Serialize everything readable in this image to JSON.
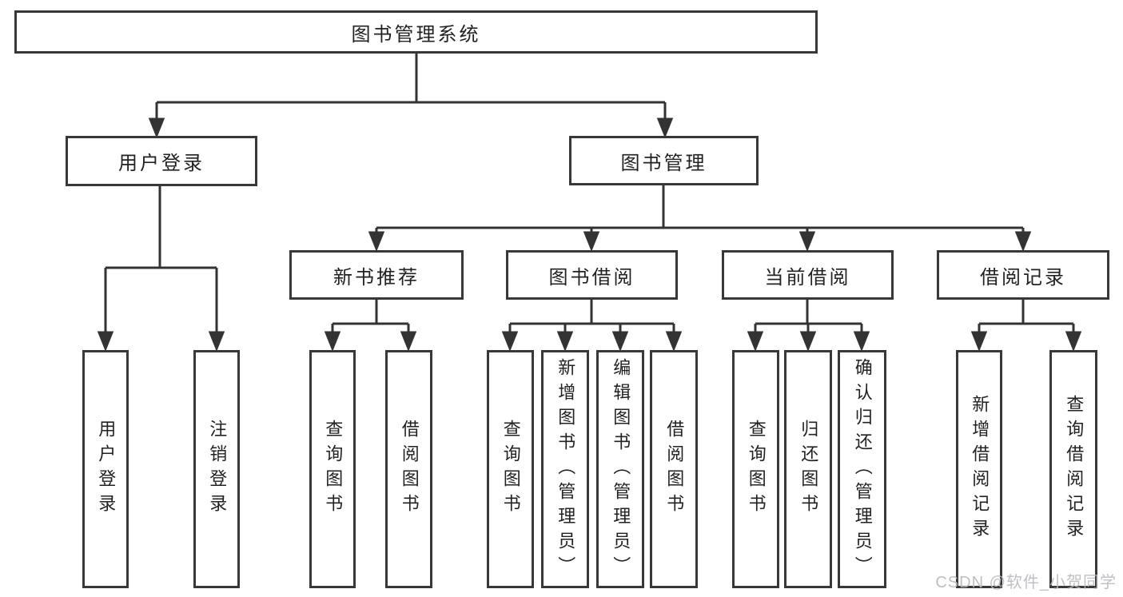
{
  "tree": {
    "root": {
      "label": "图书管理系统"
    },
    "branches": [
      {
        "label": "用户登录",
        "leaves": [
          "用户登录",
          "注销登录"
        ]
      },
      {
        "label": "图书管理",
        "sections": [
          {
            "label": "新书推荐",
            "leaves": [
              "查询图书",
              "借阅图书"
            ]
          },
          {
            "label": "图书借阅",
            "leaves": [
              "查询图书",
              "新增图书（管理员）",
              "编辑图书（管理员）",
              "借阅图书"
            ]
          },
          {
            "label": "当前借阅",
            "leaves": [
              "查询图书",
              "归还图书",
              "确认归还（管理员）"
            ]
          },
          {
            "label": "借阅记录",
            "leaves": [
              "新增借阅记录",
              "查询借阅记录"
            ]
          }
        ]
      }
    ]
  },
  "watermark": {
    "text": "CSDN @软件_小贺同学"
  },
  "colors": {
    "line": "#333333",
    "box_border": "#383838",
    "text": "#222222",
    "watermark": "#b9b9be",
    "background": "#ffffff"
  }
}
